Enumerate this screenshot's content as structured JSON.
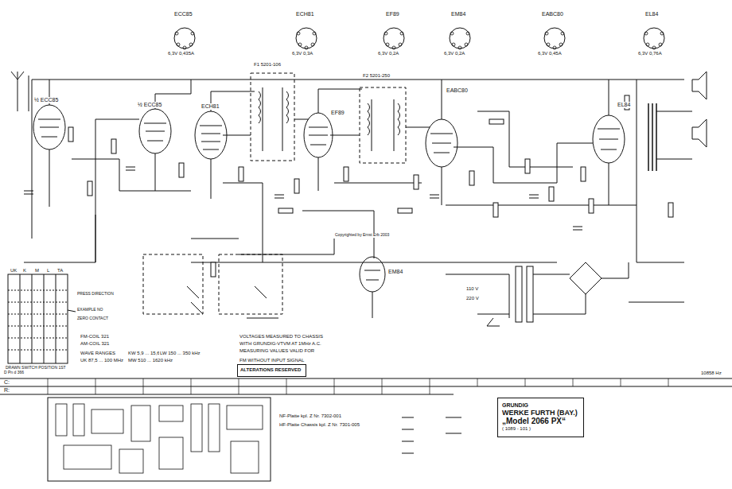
{
  "diagram": {
    "nodes": [
      {
        "text": [
          "GRUNDIG",
          "WERKE FURTH (BAY.)",
          "„Model 2066 PX“",
          "( 1089 - 101 )"
        ]
      },
      {
        "text": [
          "ALTERATIONS RESERVED"
        ]
      }
    ],
    "labels": [
      "ECC85",
      "6,3V 0,435A",
      "ECH81",
      "6,3V 0,3A",
      "EF89",
      "6,3V 0,2A",
      "EM84",
      "6,3V 0,2A",
      "EABC80",
      "6,3V 0,45A",
      "EL84",
      "6,3V 0,76A",
      "½ ECC85",
      "½ ECC85",
      "ECH81",
      "F1 5201-106",
      "F2 5201-250",
      "EF89",
      "EABC80",
      "EL84",
      "EM84",
      "Copyrighted by Ernst Erb 2003",
      "VOLTAGES MEASURED TO CHASSIS",
      "WITH GRUNDIG-VTVM AT 1MHz A.C.",
      "MEASURING VALUES VALID FOR",
      "FM WITHOUT INPUT SIGNAL",
      "FM-COIL 321",
      "AM-COIL 321",
      "WAVE RANGES",
      "UK 87,5 ... 100 MHz",
      "KW 5,9 ... 15,6 MHz",
      "MW 510 ... 1620 kHz",
      "LW 150 ... 350 kHz",
      "DRAWN SWITCH POSITION 1ST",
      "EXAMPLE NO",
      "PRESS DIRECTION",
      "ZERO CONTACT",
      "10858 Hz",
      "C:",
      "R:",
      "NF-Platte kpl. Z Nr. 7302-001",
      "HF-Platte Chassis kpl. Z Nr. 7301-005",
      "UK",
      "K",
      "M",
      "L",
      "TA",
      "110 V",
      "220 V",
      "D Pn d 366"
    ]
  }
}
